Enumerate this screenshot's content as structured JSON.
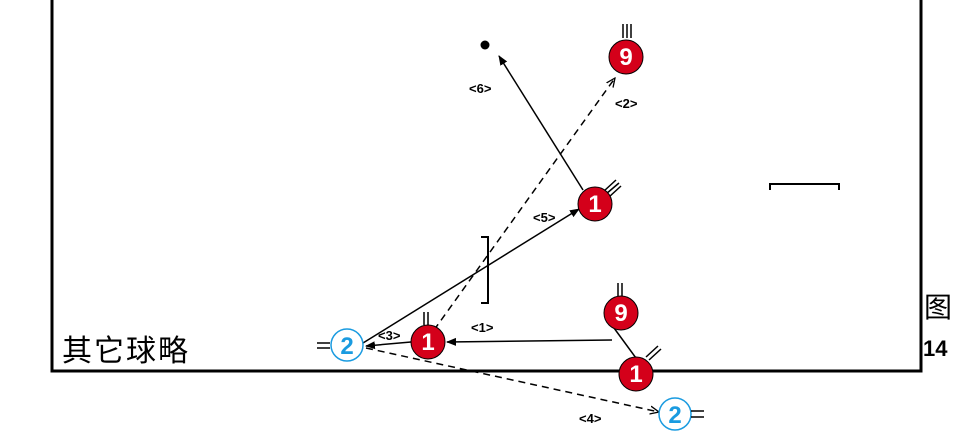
{
  "caption": "其它球略",
  "figure": {
    "char": "图",
    "number": "14"
  },
  "colors": {
    "red": "#d4001a",
    "blue": "#1a9be0",
    "line": "#000000"
  },
  "players": [
    {
      "id": "p9-top",
      "number": "9",
      "team": "red"
    },
    {
      "id": "p1-mid",
      "number": "1",
      "team": "red"
    },
    {
      "id": "p9-low",
      "number": "9",
      "team": "red"
    },
    {
      "id": "p1-low",
      "number": "1",
      "team": "red"
    },
    {
      "id": "p1-front",
      "number": "1",
      "team": "red"
    },
    {
      "id": "p2-left",
      "number": "2",
      "team": "blue"
    },
    {
      "id": "p2-right",
      "number": "2",
      "team": "blue"
    }
  ],
  "sequence_labels": [
    "<1>",
    "<2>",
    "<3>",
    "<4>",
    "<5>",
    "<6>"
  ]
}
